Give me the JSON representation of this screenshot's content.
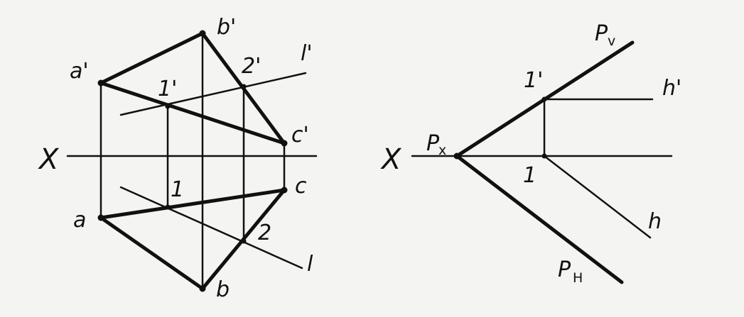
{
  "colors": {
    "ink": "#111111",
    "paper": "#f4f4f2"
  },
  "left_diagram": {
    "axis_label": "X",
    "points": {
      "a_prime": "a'",
      "b_prime": "b'",
      "c_prime": "c'",
      "one_prime": "1'",
      "two_prime": "2'",
      "l_prime": "l'",
      "a": "a",
      "b": "b",
      "c": "c",
      "one": "1",
      "two": "2",
      "l": "l"
    }
  },
  "right_diagram": {
    "axis_label": "X",
    "px_main": "P",
    "px_sub": "x",
    "pv_main": "P",
    "pv_sub": "v",
    "ph_main": "P",
    "ph_sub": "H",
    "one_prime": "1'",
    "one": "1",
    "h_prime": "h'",
    "h": "h"
  }
}
